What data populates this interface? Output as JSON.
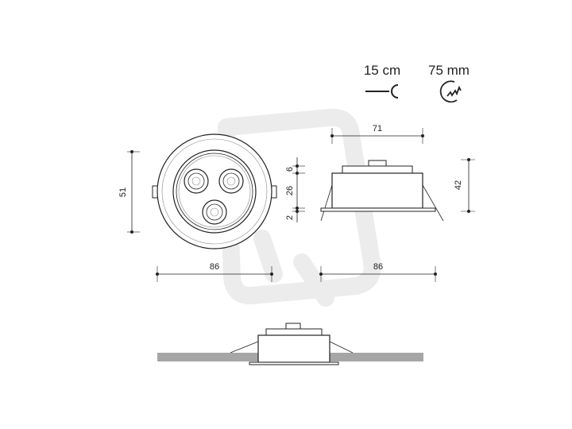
{
  "specs": {
    "cable_length": "15 cm",
    "cutout_diameter": "75 mm",
    "cable_icon": "cable-plug-icon",
    "cutout_icon": "saw-cutout-icon"
  },
  "dimensions": {
    "top_width": "71",
    "front_diameter": "86",
    "side_width": "86",
    "front_height": "51",
    "side_height": "42",
    "part_top": "6",
    "part_middle": "26",
    "part_bottom": "2"
  },
  "colors": {
    "line": "#222222",
    "ceiling": "#a6a6a6",
    "watermark": "#ececec"
  }
}
